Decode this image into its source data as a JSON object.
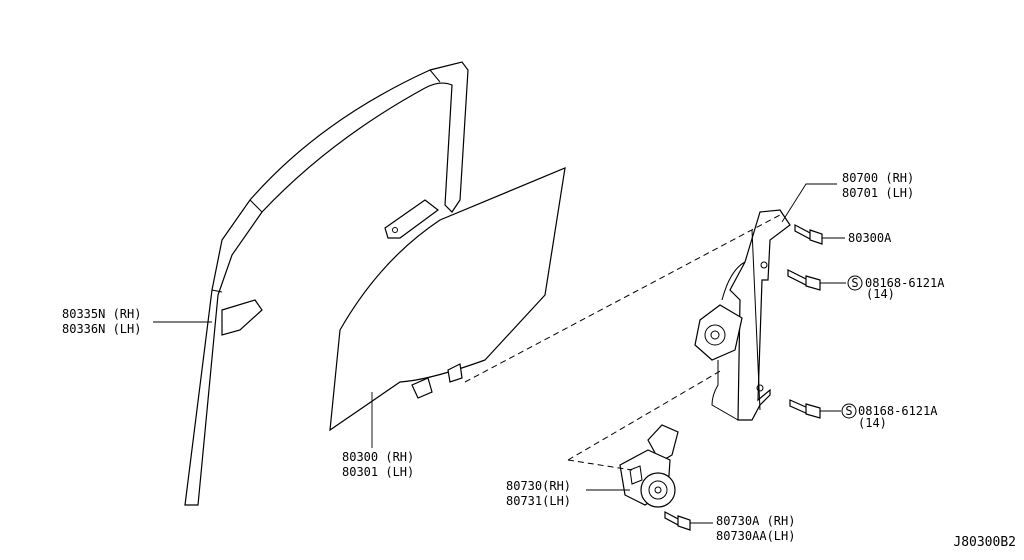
{
  "diagram_ref": "J80300B2",
  "labels": {
    "run_channel": [
      "80335N (RH)",
      "80336N (LH)"
    ],
    "glass": [
      "80300 (RH)",
      "80301 (LH)"
    ],
    "regulator": [
      "80700 (RH)",
      "80701 (LH)"
    ],
    "bolt_top": "80300A",
    "screw_mid": [
      "08168-6121A",
      "(14)"
    ],
    "screw_low": [
      "08168-6121A",
      "(14)"
    ],
    "motor": [
      "80730(RH)",
      "80731(LH)"
    ],
    "motor_bolt": [
      "80730A (RH)",
      "80730AA(LH)"
    ]
  },
  "symbols": {
    "standard_part": "S"
  }
}
